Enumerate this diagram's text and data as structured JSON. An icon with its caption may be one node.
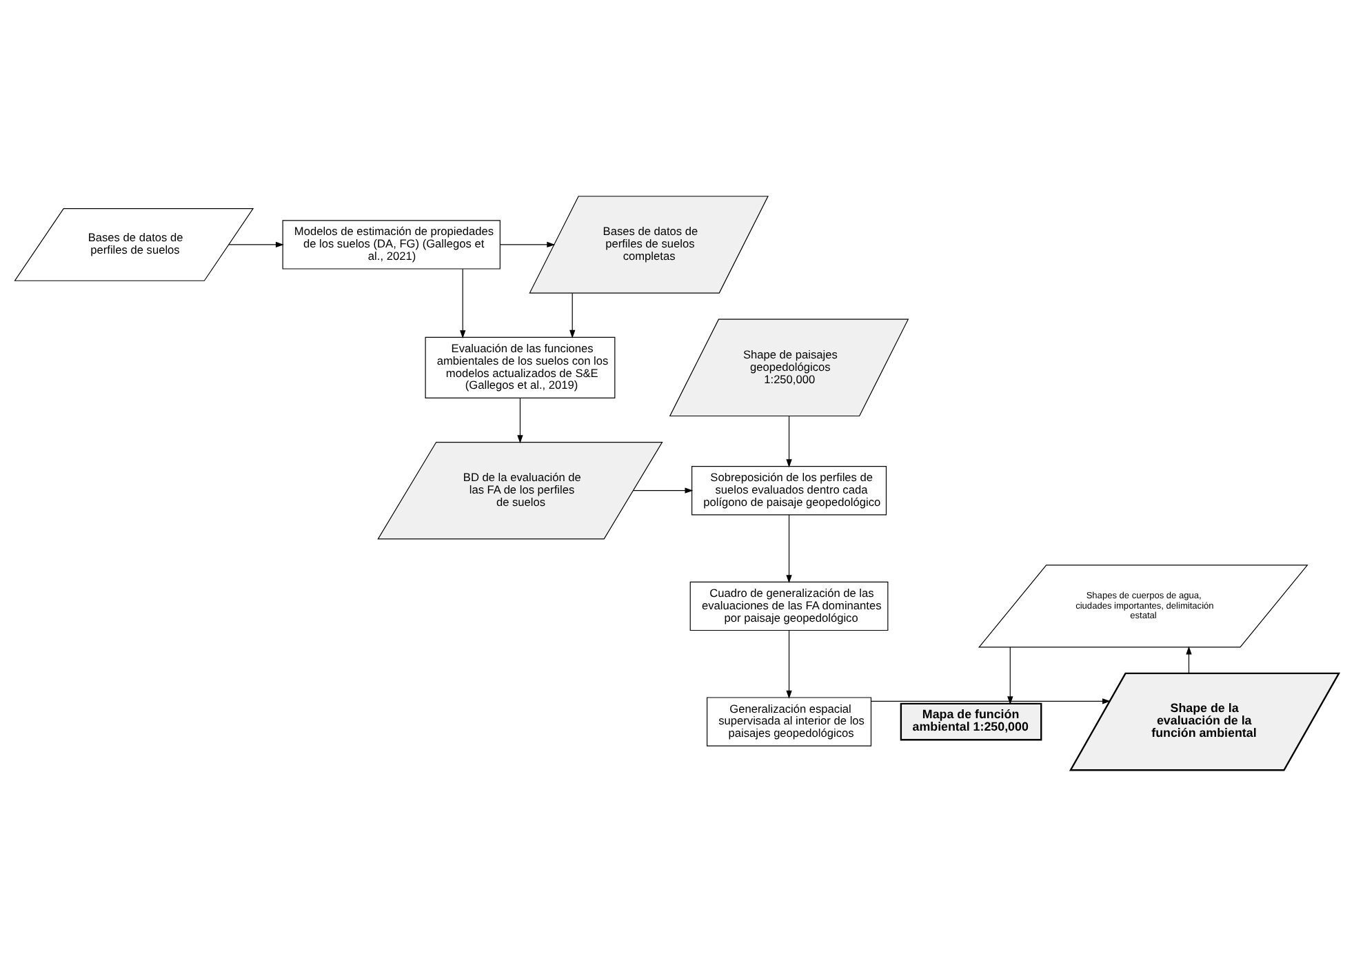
{
  "diagram": {
    "nodes": [
      {
        "text": [
          "Bases de datos de perfiles de suelos completas"
        ]
      },
      {
        "text": [
          "Modelos de estimación de propiedades de los suelos (DA, FG) (Gallegos et al., 2021)"
        ]
      },
      {
        "text": [
          "Bases de datos de perfiles de suelos"
        ]
      },
      {
        "text": [
          "Evaluación de las funciones ambientales de los suelos con los modelos actualizados de S&E (Gallegos et al., 2019)"
        ]
      },
      {
        "text": [
          "BD de la evaluación de las FA de los perfiles de suelos"
        ]
      },
      {
        "text": [
          "Sobreposición de los perfiles de suelos evaluados dentro cada polígono de paisaje geopedológico"
        ]
      },
      {
        "text": [
          "Shape de paisajes geopedológicos 1:250,000"
        ]
      },
      {
        "text": [
          "Cuadro de generalización de las evaluaciones de las FA dominantes por paisaje geopedológico"
        ]
      },
      {
        "text": [
          "Generalización espacial supervisada al interior de los paisajes geopedológicos"
        ]
      },
      {
        "text": [
          "Shape de la evaluación de la función ambiental"
        ]
      },
      {
        "text": [
          "Shapes de cuerpos de agua, ciudades importantes, delimitación estatal"
        ]
      },
      {
        "text": [
          "Mapa de función ambiental 1:250,000"
        ]
      }
    ],
    "edges": [
      {
        "from": 2,
        "to": 1,
        "arrow": "to"
      },
      {
        "from": 1,
        "to": 0,
        "arrow": "to"
      },
      {
        "from": 1,
        "to": 3,
        "arrow": "to"
      },
      {
        "from": 0,
        "to": 3,
        "arrow": "to"
      },
      {
        "from": 3,
        "to": 4,
        "arrow": "to"
      },
      {
        "from": 4,
        "to": 5,
        "arrow": "to"
      },
      {
        "from": 6,
        "to": 5,
        "arrow": "to"
      },
      {
        "from": 5,
        "to": 7,
        "arrow": "to"
      },
      {
        "from": 7,
        "to": 8,
        "arrow": "to"
      },
      {
        "from": 8,
        "to": 9,
        "arrow": "to"
      },
      {
        "from": 9,
        "to": 10,
        "arrow": "to"
      },
      {
        "from": 10,
        "to": 11,
        "arrow": "to"
      }
    ]
  }
}
